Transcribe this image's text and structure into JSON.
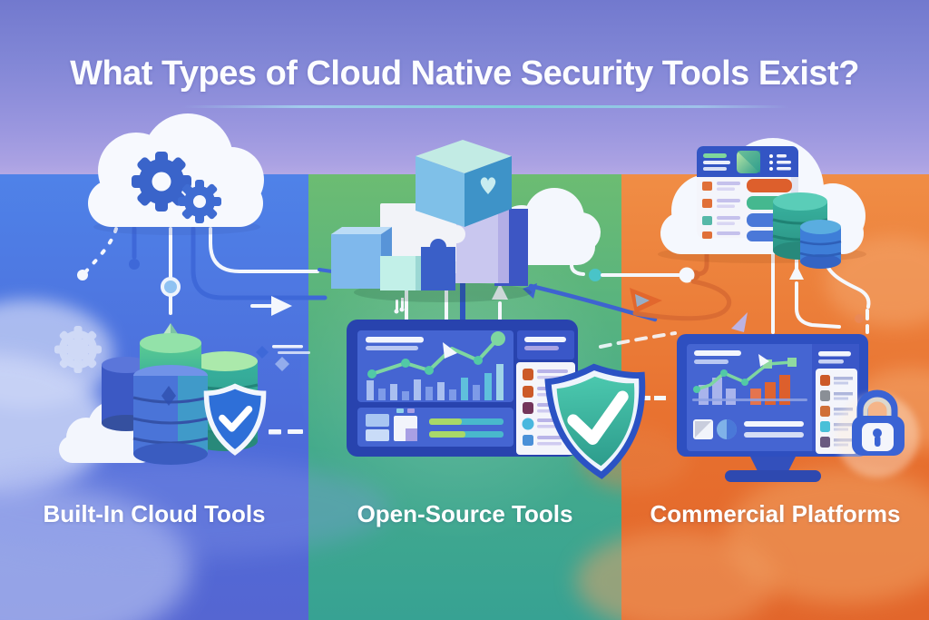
{
  "page": {
    "title": "What Types of Cloud Native Security Tools Exist?"
  },
  "sections": [
    {
      "id": "built-in-cloud-tools",
      "label": "Built-In Cloud Tools",
      "column_color": "#4c6eda",
      "illustrations": [
        "cloud-with-gears-icon",
        "database-stack-icon",
        "shield-check-icon",
        "gear-outline-icon",
        "connector-lines"
      ]
    },
    {
      "id": "open-source-tools",
      "label": "Open-Source Tools",
      "column_color": "#45ab8b",
      "illustrations": [
        "puzzle-blocks-icon",
        "cloud-icon",
        "analytics-dashboard-icon",
        "shield-check-icon",
        "connector-lines"
      ]
    },
    {
      "id": "commercial-platforms",
      "label": "Commercial Platforms",
      "column_color": "#e8772f",
      "illustrations": [
        "cloud-icon",
        "app-window-icon",
        "database-stack-icon",
        "monitor-dashboard-icon",
        "padlock-icon",
        "connector-lines"
      ]
    }
  ],
  "palette": {
    "header_gradient_top": "#7279ce",
    "header_gradient_bottom": "#b3a8e4",
    "title_color": "#fcfdff",
    "divider_color": "#7fd0dc",
    "shield_blue": "#2e6fd8",
    "shield_teal": "#3dbca6",
    "gear_blue": "#3a64ca",
    "dashboard_frame": "#2843ae",
    "dashboard_panel": "#4565d2",
    "accent_green": "#7ed6a0",
    "accent_orange": "#dd5f2c",
    "lock_blue": "#3a63d4",
    "white": "#f4f7fd"
  }
}
